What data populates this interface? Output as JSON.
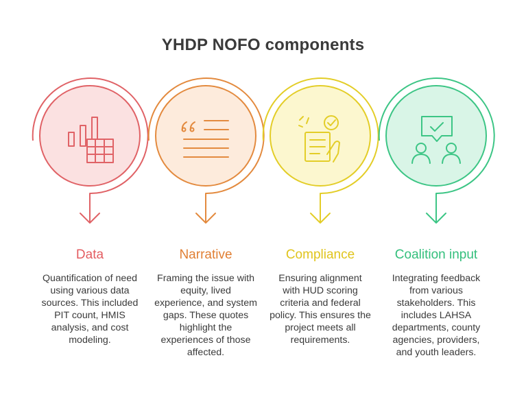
{
  "title": "YHDP NOFO components",
  "colors": {
    "title": "#3a3a3a",
    "text": "#3a3a3a"
  },
  "components": [
    {
      "label": "Data",
      "description": "Quantification of need using various data sources. This included PIT count, HMIS analysis, and cost modeling.",
      "icon": "bar-chart-table-icon",
      "stroke": "#e06266",
      "fill": "#fbe1e1",
      "label_color": "#e35d61"
    },
    {
      "label": "Narrative",
      "description": "Framing the issue with equity, lived experience, and system gaps. These quotes highlight the experiences of those affected.",
      "icon": "quote-text-icon",
      "stroke": "#e38a3e",
      "fill": "#fdebdc",
      "label_color": "#e07f34"
    },
    {
      "label": "Compliance",
      "description": "Ensuring alignment with HUD scoring criteria and federal policy. This ensures the project meets all requirements.",
      "icon": "checklist-hand-icon",
      "stroke": "#e3cd27",
      "fill": "#fcf7cf",
      "label_color": "#e0c41c"
    },
    {
      "label": "Coalition input",
      "description": "Integrating feedback from various stakeholders. This includes LAHSA departments, county agencies, providers, and youth leaders.",
      "icon": "people-chat-check-icon",
      "stroke": "#3cc585",
      "fill": "#d9f5e7",
      "label_color": "#33bf7c"
    }
  ]
}
